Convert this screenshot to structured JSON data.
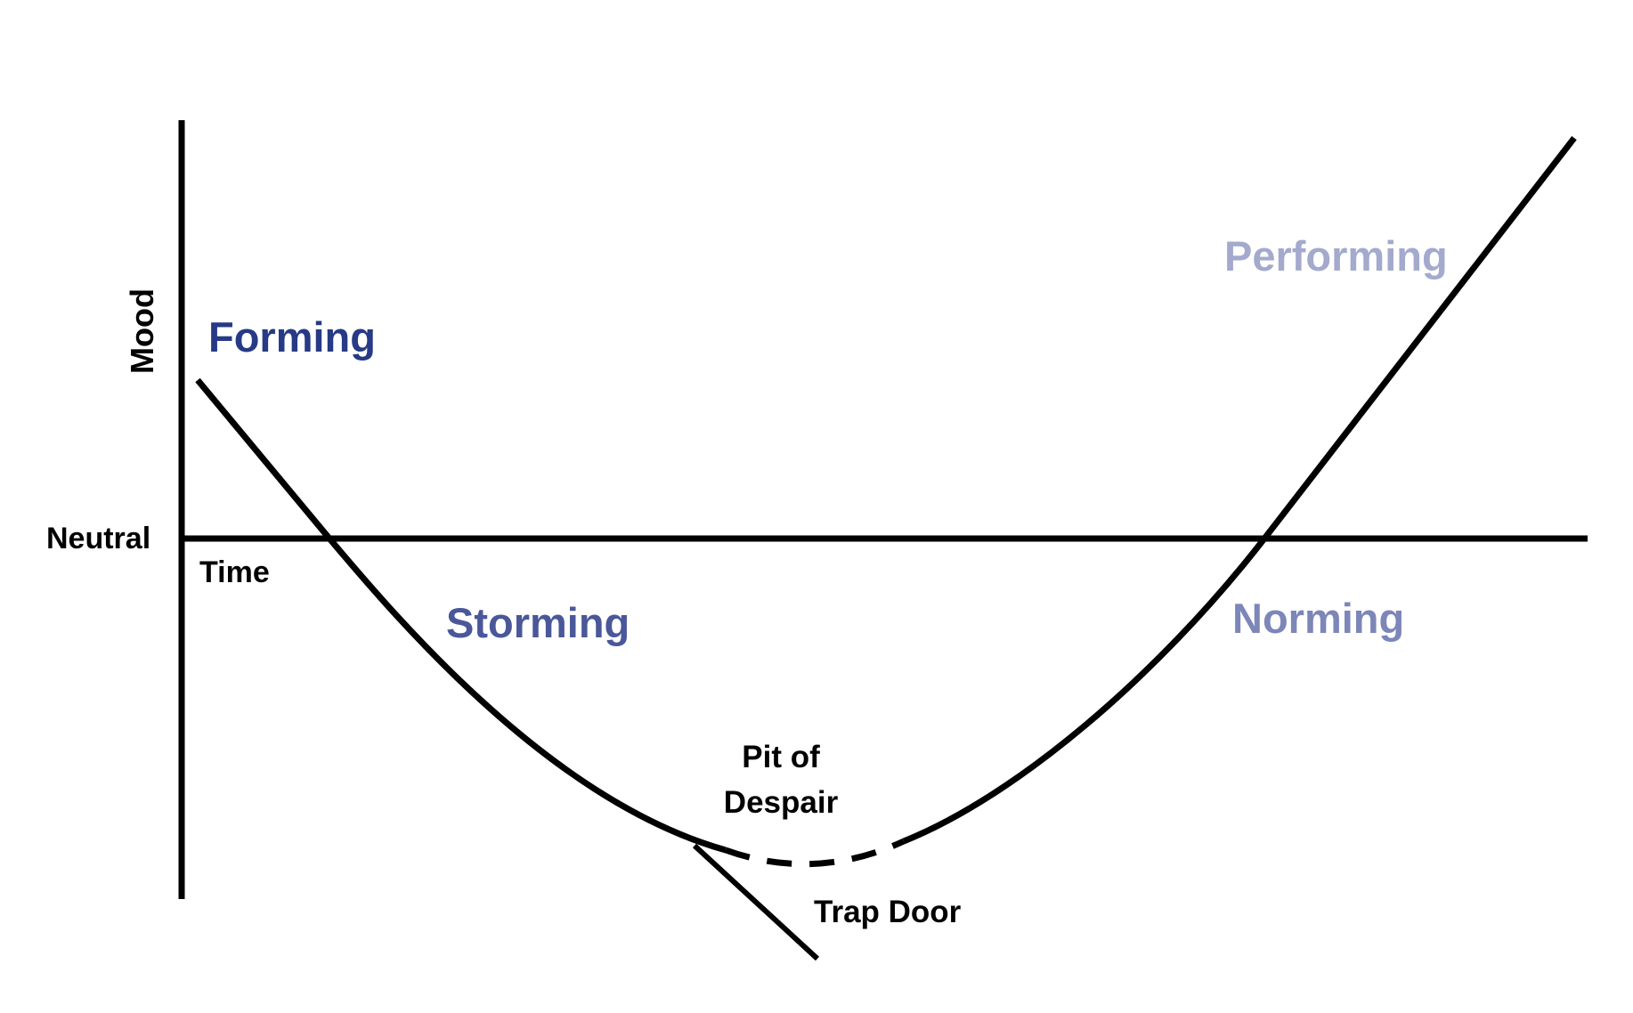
{
  "axes": {
    "y_label": "Mood",
    "baseline_label": "Neutral",
    "x_label": "Time"
  },
  "stages": [
    {
      "id": "forming",
      "label": "Forming",
      "color": "#263a85"
    },
    {
      "id": "storming",
      "label": "Storming",
      "color": "#4a5899"
    },
    {
      "id": "norming",
      "label": "Norming",
      "color": "#7c86b8"
    },
    {
      "id": "performing",
      "label": "Performing",
      "color": "#a3aacd"
    }
  ],
  "annotations": {
    "pit_line1": "Pit of",
    "pit_line2": "Despair",
    "trap_door": "Trap Door"
  },
  "colors": {
    "line": "#000000"
  }
}
